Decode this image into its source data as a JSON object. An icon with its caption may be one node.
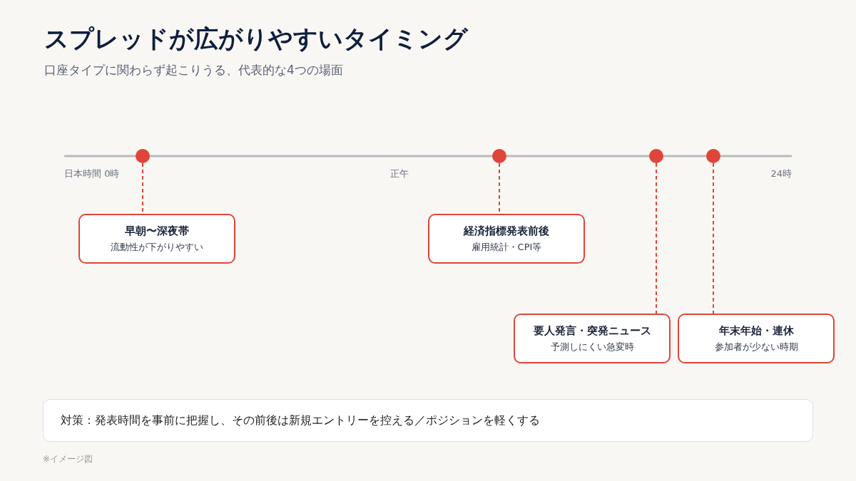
{
  "diagram": {
    "title": "スプレッドが広がりやすいタイミング",
    "nodes": [
      {
        "text": [],
        "shape": "circle"
      },
      {
        "text": [],
        "shape": "circle"
      },
      {
        "text": [],
        "shape": "circle"
      },
      {
        "text": [],
        "shape": "circle"
      },
      {
        "text": [
          "早朝〜深夜帯",
          "流動性が下がりやすい"
        ]
      },
      {
        "text": [
          "経済指標発表前後",
          "雇用統計・CPI等"
        ]
      },
      {
        "text": [
          "要人発言・突発ニュース",
          "予測しにくい急変時"
        ]
      },
      {
        "text": [
          "年末年始・連休",
          "参加者が少ない時期"
        ]
      },
      {
        "text": [
          "対策：発表時間を事前に把握し、その前後は新規エントリーを控える／ポジションを軽くする"
        ]
      }
    ],
    "edges": [
      {
        "from": 0,
        "to": 4,
        "arrow": "none",
        "style": "dashed"
      },
      {
        "from": 1,
        "to": 5,
        "arrow": "none",
        "style": "dashed"
      },
      {
        "from": 2,
        "to": 6,
        "arrow": "none",
        "style": "dashed"
      },
      {
        "from": 3,
        "to": 7,
        "arrow": "none",
        "style": "dashed"
      }
    ],
    "labels": [
      "口座タイプに関わらず起こりうる、代表的な4つの場面",
      "日本時間 0時",
      "正午",
      "24時",
      "※イメージ図"
    ]
  }
}
